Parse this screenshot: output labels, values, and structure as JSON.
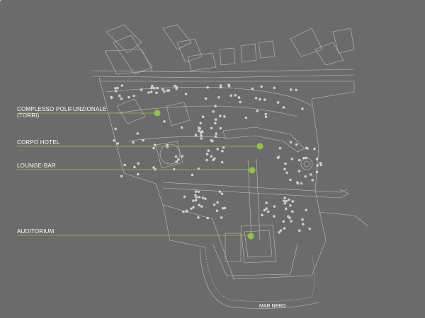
{
  "callouts": [
    {
      "label": "COMPLESSO POLIFUNZIONALE",
      "sublabel": "(TORRI)"
    },
    {
      "label": "CORPO HOTEL",
      "sublabel": ""
    },
    {
      "label": "LOUNGE-BAR",
      "sublabel": ""
    },
    {
      "label": "AUDITORIUM",
      "sublabel": ""
    }
  ],
  "sea_label": "MAR NERO",
  "colors": {
    "background": "#6b6b6b",
    "linework": "#cfcfcf",
    "accent": "#8cc63f"
  }
}
